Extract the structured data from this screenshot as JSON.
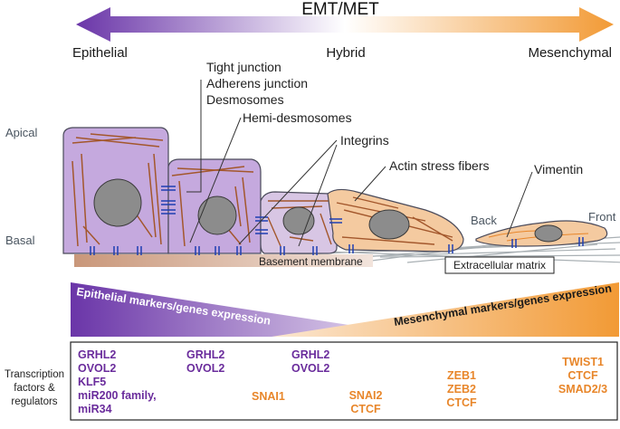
{
  "arrow": {
    "title": "EMT/MET",
    "left_label": "Epithelial",
    "middle_label": "Hybrid",
    "right_label": "Mesenchymal",
    "colors": {
      "left": "#6a35a8",
      "right": "#f29a35"
    }
  },
  "side_labels": {
    "apical": "Apical",
    "basal": "Basal"
  },
  "callouts": {
    "tight_junction": "Tight junction",
    "adherens_junction": "Adherens junction",
    "desmosomes": "Desmosomes",
    "hemi_desmosomes": "Hemi-desmosomes",
    "integrins": "Integrins",
    "actin_stress_fibers": "Actin stress fibers",
    "vimentin": "Vimentin",
    "back": "Back",
    "front": "Front",
    "basement_membrane": "Basement membrane",
    "extracellular_matrix": "Extracellular matrix"
  },
  "markers": {
    "epithelial": "Epithelial markers/genes expression",
    "mesenchymal": "Mesenchymal markers/genes expression"
  },
  "transcription": {
    "side_label_lines": [
      "Transcription",
      "factors &",
      "regulators"
    ],
    "col1": [
      "GRHL2",
      "OVOL2",
      "KLF5",
      "miR200 family,",
      "miR34"
    ],
    "col2": [
      "GRHL2",
      "OVOL2"
    ],
    "col2b": [
      "SNAI1"
    ],
    "col3": [
      "GRHL2",
      "OVOL2"
    ],
    "col3b": [
      "SNAI2",
      "CTCF"
    ],
    "col4": [
      "ZEB1",
      "ZEB2",
      "CTCF"
    ],
    "col5": [
      "TWIST1",
      "CTCF",
      "SMAD2/3"
    ]
  }
}
